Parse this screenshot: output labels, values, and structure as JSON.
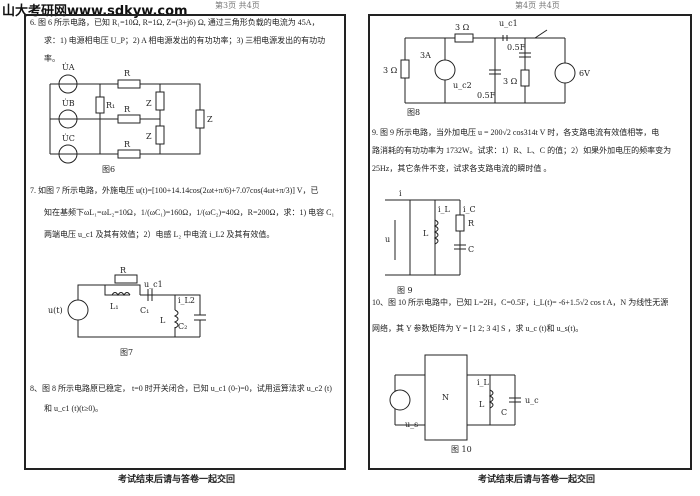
{
  "header": {
    "site": "山大考研网www.sdkyw.com",
    "left_page": "第3页 共4页",
    "right_page": "第4页 共4页"
  },
  "left": {
    "q6": {
      "line1": "6. 图 6 所示电路，已知 R₁=10Ω, R=1Ω, Z=(3+j6) Ω, 通过三角形负载的电流为 45A，",
      "line2": "求：1) 电源相电压 U_P；2) A 相电源发出的有功功率；3) 三相电源发出的有功功",
      "line3": "率。"
    },
    "fig6": {
      "caption": "图6",
      "ua": "U̇A",
      "ub": "U̇B",
      "uc": "U̇C",
      "r": "R",
      "r1": "R₁",
      "z": "Z",
      "plus": "+",
      "minus": "−"
    },
    "q7": {
      "line1": "7. 如图 7 所示电路，外施电压 u(t)=[100+14.14cos(2ωt+π/6)+7.07cos(4ωt+π/3)] V，已",
      "line2": "知在基频下ωL₁=ωL₂=10Ω，1/(ωC₁)=160Ω，1/(ωC₂)=40Ω，R=200Ω，求：1) 电容 C₁",
      "line3": "两端电压 u_c1 及其有效值；2）电感 L₂ 中电流 i_L2 及其有效值。"
    },
    "fig7": {
      "caption": "图7",
      "u": "u(t)",
      "r": "R",
      "l1": "L₁",
      "c1": "C₁",
      "l2": "L",
      "c2": "C₂",
      "uc1": "u_c1",
      "il2": "i_L2"
    },
    "q8": {
      "line1": "8、图 8 所示电路原已稳定，  t=0 时开关闭合，已知 u_c1 (0-)=0，试用运算法求 u_c2 (t)",
      "line2": "和 u_c1 (t)(t≥0)。"
    },
    "footer": "考试结束后请与答卷一起交回"
  },
  "right": {
    "fig8": {
      "caption": "图8",
      "r3a": "3 Ω",
      "r3b": "3 Ω",
      "r3c": "3 Ω",
      "src3a": "3A",
      "uc2": "u_c2",
      "c05a": "0.5F",
      "c05b": "0.5F",
      "uc1": "u_c1",
      "v6": "6V"
    },
    "q9": {
      "line1": "9.   图 9 所示电路，当外加电压 u = 200√2 cos314t V 时，各支路电流有效值相等，电",
      "line2": "路消耗的有功功率为 1732W。试求：1）R、L、C 的值；2）如果外加电压的频率变为",
      "line3": "25Hz，其它条件不变，试求各支路电流的瞬时值 。"
    },
    "fig9": {
      "caption": "图 9",
      "i": "i",
      "u": "u",
      "il": "i_L",
      "ic": "i_C",
      "l": "L",
      "r": "R",
      "c": "C"
    },
    "q10": {
      "line1": "10、图 10 所示电路中，已知 L=2H，C=0.5F，i_L(t)= -6+1.5√2 cos t A，N 为线性无源",
      "line2": "网络，其 Y 参数矩阵为 Y = [1 2; 3 4] S ，求 u_c (t)和 u_s(t)。"
    },
    "fig10": {
      "caption": "图 10",
      "n": "N",
      "us": "u_s",
      "uc": "u_c",
      "l": "L",
      "c": "C",
      "il": "i_L"
    },
    "footer": "考试结束后请与答卷一起交回"
  }
}
